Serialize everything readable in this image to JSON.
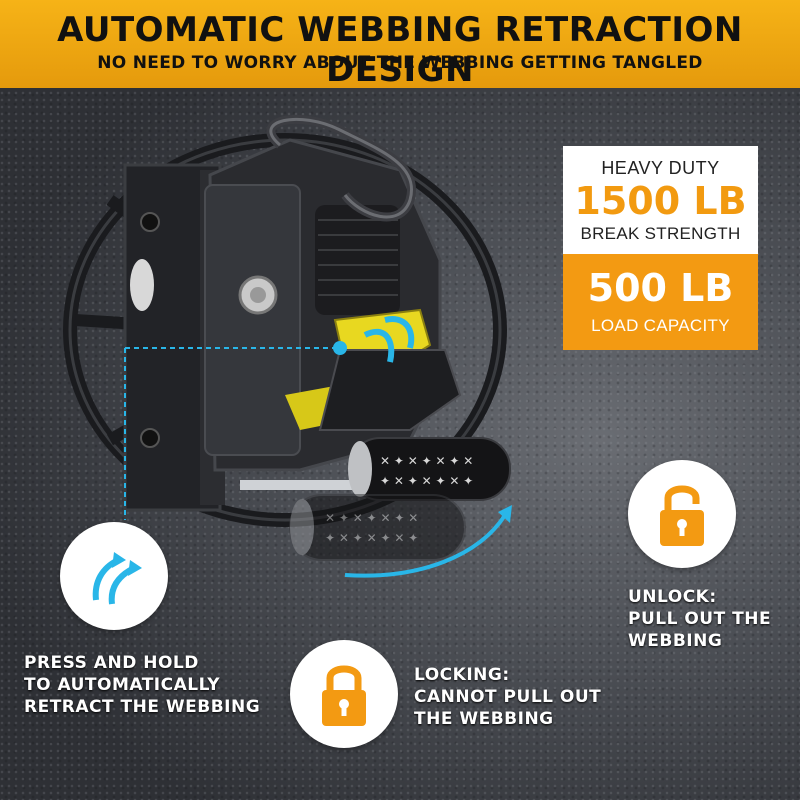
{
  "banner": {
    "title": "AUTOMATIC WEBBING RETRACTION DESIGN",
    "subtitle": "NO NEED TO WORRY ABOUT THE WEBBING GETTING TANGLED"
  },
  "specs": {
    "heavy_duty": "HEAVY DUTY",
    "break_value": "1500 LB",
    "break_label": "BREAK STRENGTH",
    "load_value": "500 LB",
    "load_label": "LOAD CAPACITY"
  },
  "callouts": {
    "press": [
      "PRESS AND HOLD",
      "TO AUTOMATICALLY",
      "RETRACT THE WEBBING"
    ],
    "unlock": [
      "UNLOCK:",
      "PULL OUT THE",
      "WEBBING"
    ],
    "locking": [
      "LOCKING:",
      "CANNOT PULL OUT",
      "THE WEBBING"
    ]
  },
  "icons": {
    "retract": "retract-arrows-icon",
    "unlock": "unlocked-padlock-icon",
    "lock": "locked-padlock-icon"
  },
  "colors": {
    "accent_orange": "#f39a12",
    "accent_cyan": "#29b6e8",
    "yellow_part": "#e8d820"
  }
}
